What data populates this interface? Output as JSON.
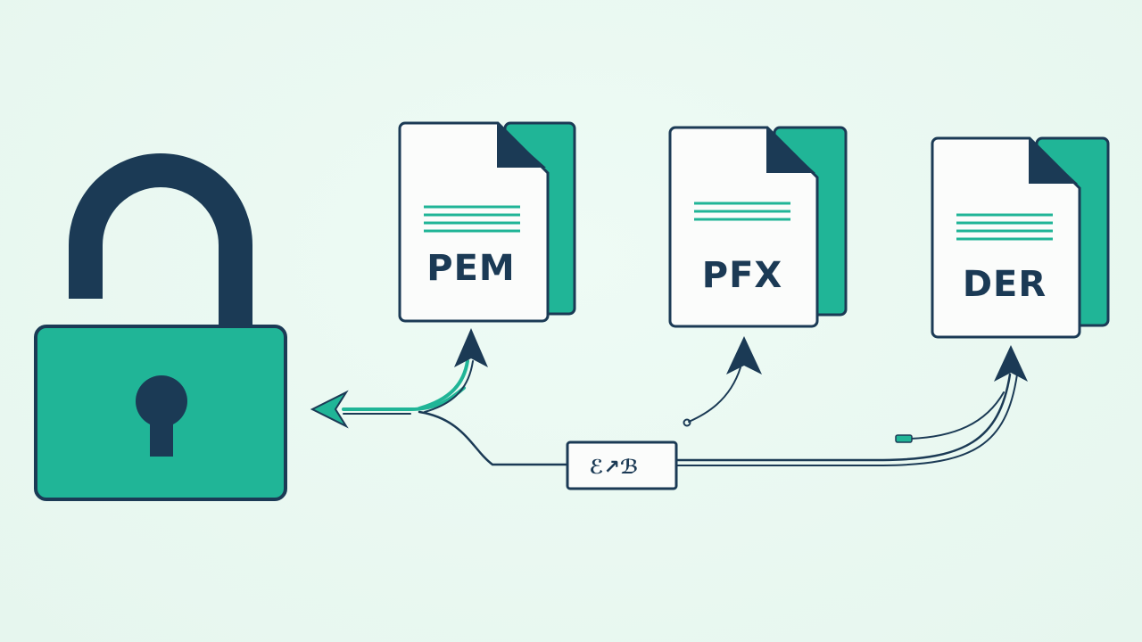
{
  "files": [
    {
      "label": "PEM"
    },
    {
      "label": "PFX"
    },
    {
      "label": "DER"
    }
  ],
  "converter": {
    "glyph": "ℰ↗ℬ"
  },
  "colors": {
    "background": "#e9f8f1",
    "navy": "#1b3a55",
    "teal": "#20b597",
    "paper": "#fbfcfb"
  },
  "icons": [
    "padlock-icon",
    "document-icon",
    "converter-icon",
    "arrow-icon"
  ]
}
